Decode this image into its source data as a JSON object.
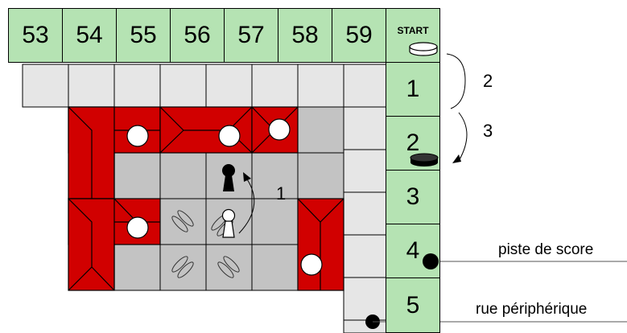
{
  "colors": {
    "score_track": "#b5e3b3",
    "perimeter": "#e6e6e6",
    "floor": "#c3c3c3",
    "wall": "#d10000",
    "wall_stroke": "#000000",
    "pawn_black": "#000000"
  },
  "score_track": {
    "top_numbers": [
      "53",
      "54",
      "55",
      "56",
      "57",
      "58",
      "59"
    ],
    "start_label": "START",
    "right_numbers": [
      "1",
      "2",
      "3",
      "4",
      "5"
    ]
  },
  "annotations": {
    "move_a": "2",
    "move_b": "3",
    "pawn_move": "1",
    "score_track_label": "piste de score",
    "ring_road_label": "rue périphérique"
  },
  "icons": [
    "token-icon",
    "pawn-white-icon",
    "pawn-black-icon",
    "footprint-icon",
    "marker-icon"
  ]
}
